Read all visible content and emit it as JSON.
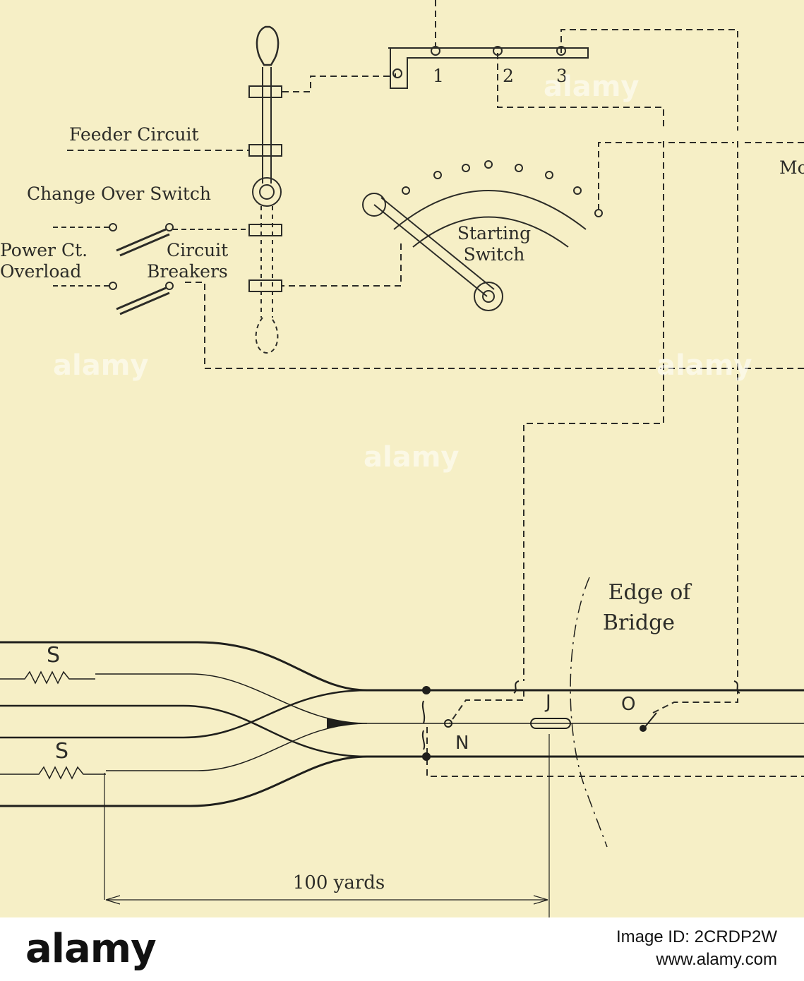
{
  "labels": {
    "feeder_circuit": "Feeder Circuit",
    "change_over_switch": "Change Over Switch",
    "power_ct": "Power Ct.",
    "overload": "Overload",
    "circuit": "Circuit",
    "breakers": "Breakers",
    "starting": "Starting",
    "switch": "Switch",
    "motor_partial": "Mo",
    "contact_1": "1",
    "contact_2": "2",
    "contact_3": "3",
    "edge_of": "Edge of",
    "bridge": "Bridge",
    "signal_s_upper": "S",
    "signal_s_lower": "S",
    "point_j": "J",
    "point_n": "N",
    "point_o": "O",
    "distance": "100 yards"
  },
  "watermark": {
    "text": "alamy",
    "color": "#ffffff"
  },
  "footer": {
    "logo": "alamy",
    "image_id": "Image ID: 2CRDP2W",
    "site": "www.alamy.com"
  },
  "colors": {
    "paper": "#f6efc6",
    "ink": "#2c2c28",
    "footer_bg": "#ffffff"
  }
}
